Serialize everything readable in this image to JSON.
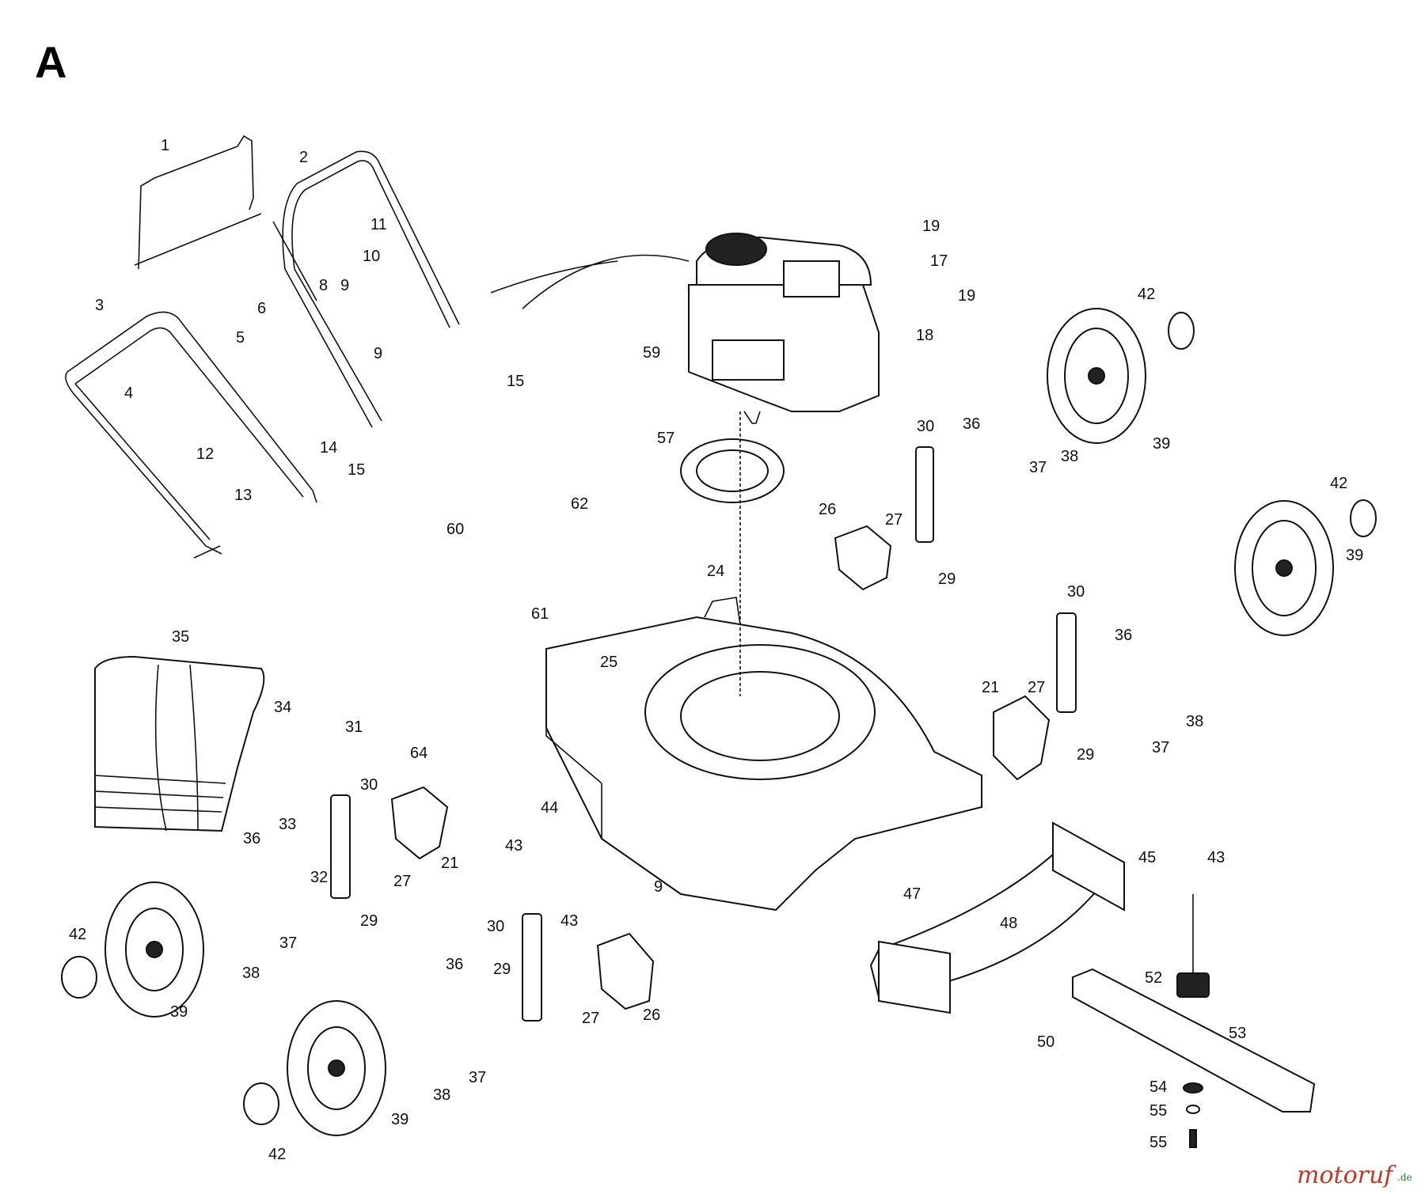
{
  "sheet_label": "A",
  "watermark": {
    "text": "motoruf",
    "suffix": ".de",
    "color": "#c0392b",
    "suffix_color": "#2e7d32"
  },
  "callouts": [
    "1",
    "2",
    "3",
    "4",
    "5",
    "6",
    "8",
    "9",
    "10",
    "11",
    "12",
    "13",
    "14",
    "15",
    "15",
    "17",
    "18",
    "19",
    "19",
    "21",
    "21",
    "24",
    "25",
    "26",
    "26",
    "27",
    "27",
    "27",
    "27",
    "29",
    "29",
    "29",
    "29",
    "30",
    "30",
    "30",
    "30",
    "31",
    "32",
    "33",
    "34",
    "35",
    "36",
    "36",
    "36",
    "36",
    "37",
    "37",
    "37",
    "37",
    "38",
    "38",
    "38",
    "38",
    "39",
    "39",
    "39",
    "39",
    "42",
    "42",
    "42",
    "42",
    "43",
    "43",
    "43",
    "44",
    "45",
    "47",
    "48",
    "50",
    "52",
    "53",
    "54",
    "55",
    "55",
    "57",
    "59",
    "60",
    "61",
    "62",
    "64",
    "9",
    "9"
  ]
}
